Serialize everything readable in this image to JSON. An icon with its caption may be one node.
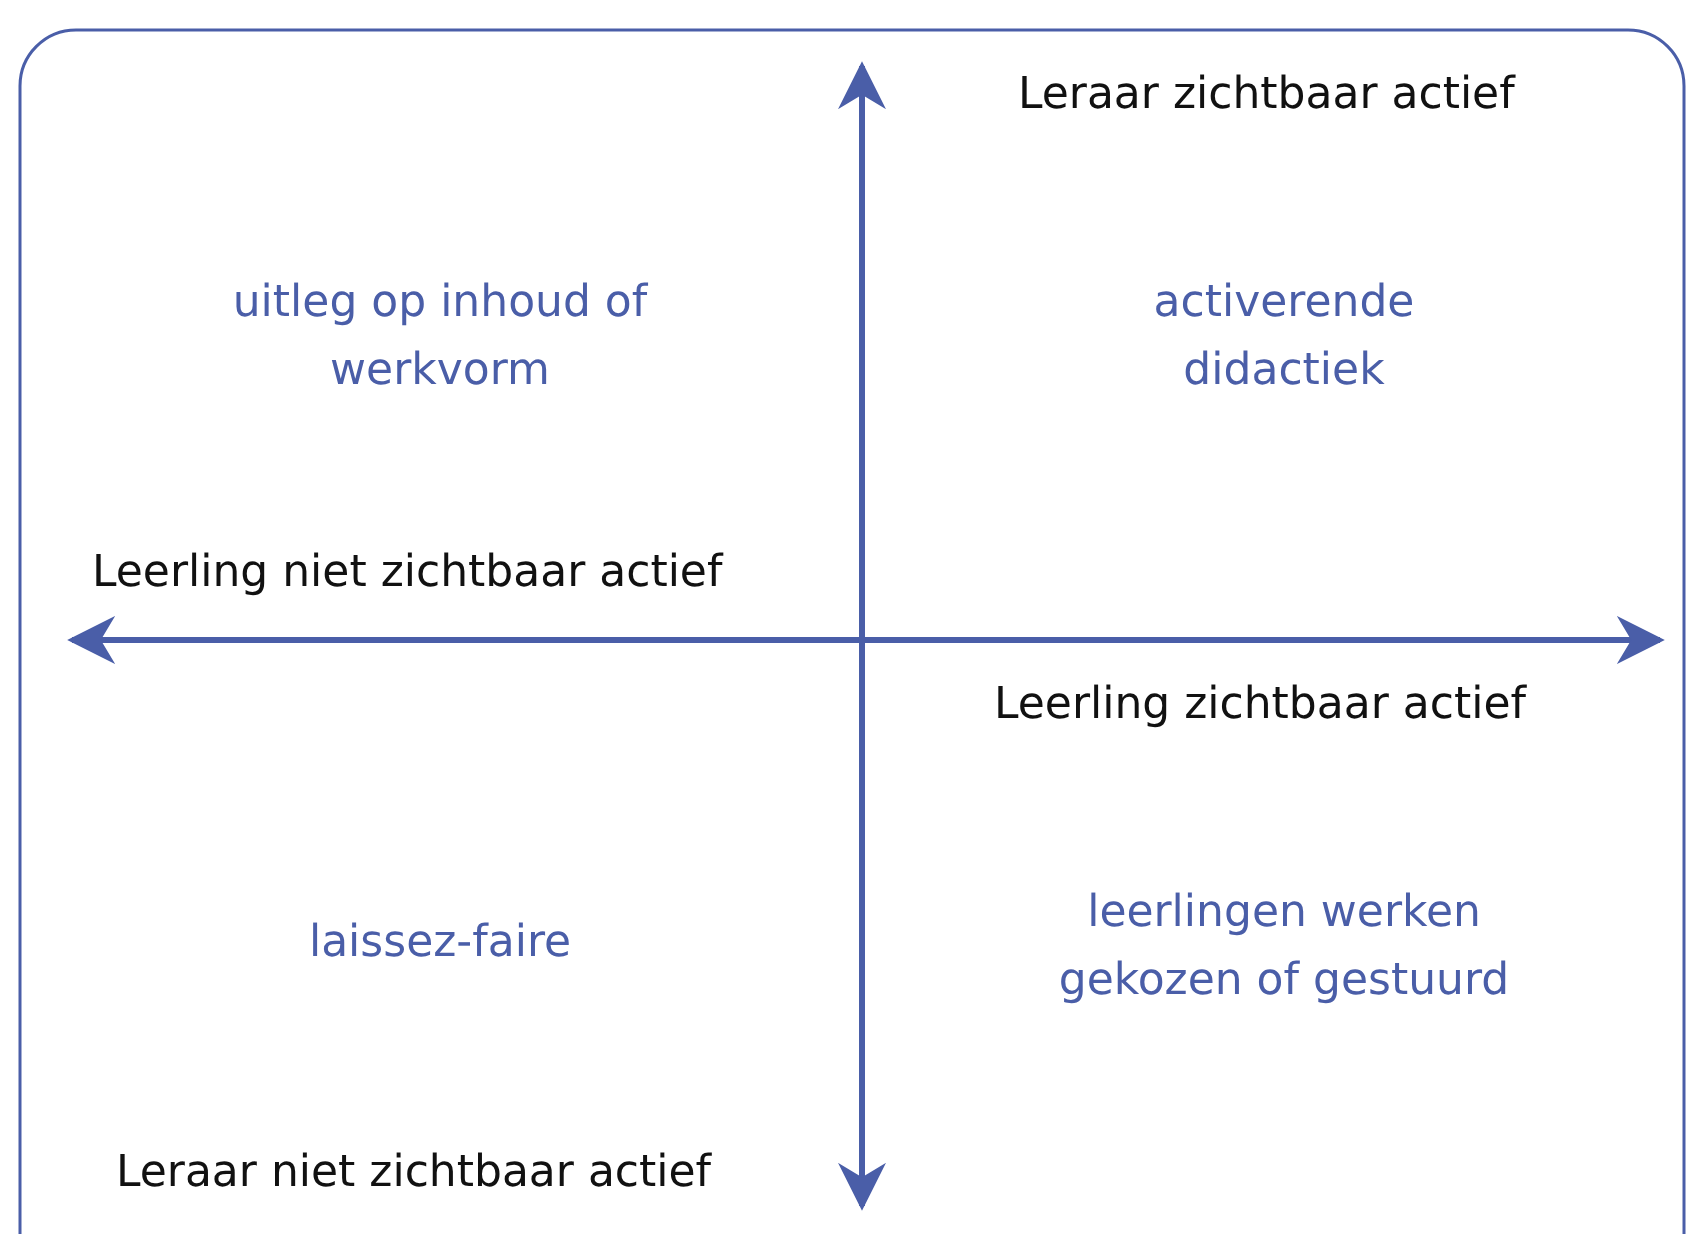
{
  "diagram": {
    "labels": [
      "Leraar zichtbaar actief",
      "uitleg op inhoud of werkvorm",
      "activerende didactiek",
      "Leerling niet zichtbaar actief",
      "Leerling zichtbaar actief",
      "laissez-faire",
      "leerlingen werken gekozen of gestuurd",
      "Leraar niet zichtbaar actief"
    ]
  }
}
